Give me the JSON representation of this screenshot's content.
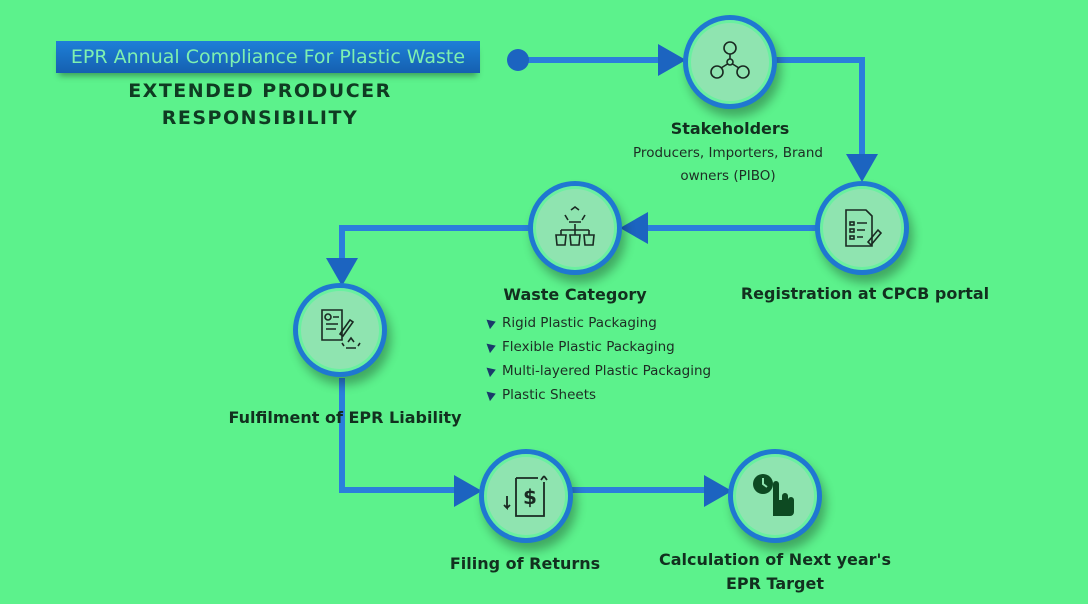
{
  "header": {
    "banner": "EPR Annual Compliance For Plastic Waste",
    "subtitle_line1": "EXTENDED PRODUCER",
    "subtitle_line2": "RESPONSIBILITY"
  },
  "steps": {
    "stakeholders": {
      "title": "Stakeholders",
      "desc_line1": "Producers, Importers, Brand",
      "desc_line2": "owners (PIBO)"
    },
    "registration": {
      "title": "Registration at CPCB portal"
    },
    "waste": {
      "title": "Waste Category",
      "items": [
        "Rigid Plastic Packaging",
        "Flexible Plastic Packaging",
        "Multi-layered Plastic Packaging",
        "Plastic Sheets"
      ]
    },
    "fulfilment": {
      "title": "Fulfilment of EPR Liability"
    },
    "filing": {
      "title": "Filing of Returns"
    },
    "calculation": {
      "title_line1": "Calculation of Next year's",
      "title_line2": "EPR Target"
    }
  },
  "colors": {
    "background": "#5cf28c",
    "accent": "#1f78d1",
    "text": "#12301f"
  }
}
